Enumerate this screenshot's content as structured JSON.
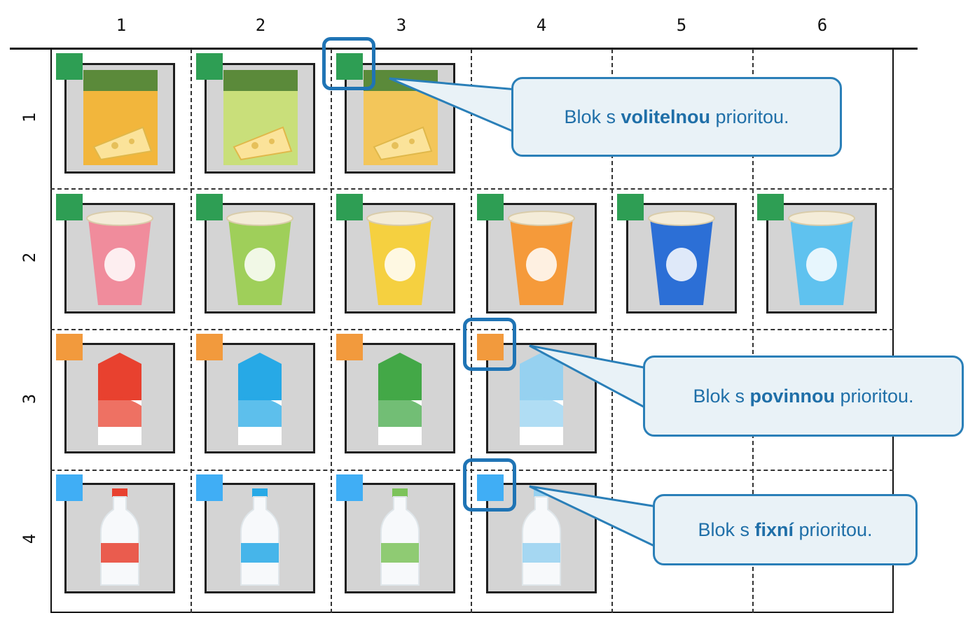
{
  "columns": [
    "1",
    "2",
    "3",
    "4",
    "5",
    "6"
  ],
  "rows": [
    "1",
    "2",
    "3",
    "4"
  ],
  "colors": {
    "volitelna": "#2e9e54",
    "povinna": "#f29a3d",
    "fixni": "#40aef5",
    "callout_border": "#2a7fb8",
    "callout_text": "#1f6fa8"
  },
  "callouts": {
    "volitelna": {
      "prefix": "Blok s ",
      "bold": "volitelnou",
      "suffix": " prioritou."
    },
    "povinna": {
      "prefix": "Blok s ",
      "bold": "povinnou",
      "suffix": " prioritou."
    },
    "fixni": {
      "prefix": "Blok s ",
      "bold": "fixní",
      "suffix": " prioritou."
    }
  },
  "products": {
    "row1": [
      {
        "kind": "cheese-box",
        "color": "#f2b63c",
        "accent": "#5b8a3a"
      },
      {
        "kind": "cheese-box",
        "color": "#c9df7a",
        "accent": "#5b8a3a"
      },
      {
        "kind": "cheese-box",
        "color": "#f3c65a",
        "accent": "#5b8a3a"
      }
    ],
    "row2": [
      {
        "kind": "yogurt-cup",
        "color": "#f08c9c"
      },
      {
        "kind": "yogurt-cup",
        "color": "#9fcf5a"
      },
      {
        "kind": "yogurt-cup",
        "color": "#f5d040"
      },
      {
        "kind": "yogurt-cup",
        "color": "#f59a3a"
      },
      {
        "kind": "yogurt-cup",
        "color": "#2c6fd6"
      },
      {
        "kind": "yogurt-cup",
        "color": "#5fc2ef"
      }
    ],
    "row3": [
      {
        "kind": "milk-carton",
        "color": "#e8412f"
      },
      {
        "kind": "milk-carton",
        "color": "#27a9e6"
      },
      {
        "kind": "milk-carton",
        "color": "#43a847"
      },
      {
        "kind": "milk-carton",
        "color": "#96d1f0"
      }
    ],
    "row4": [
      {
        "kind": "milk-bottle",
        "color": "#e8412f"
      },
      {
        "kind": "milk-bottle",
        "color": "#27a9e6"
      },
      {
        "kind": "milk-bottle",
        "color": "#7cc35a"
      },
      {
        "kind": "milk-bottle",
        "color": "#96d1f0"
      }
    ]
  },
  "markers": {
    "row1": "green",
    "row2": "green",
    "row3": "orange",
    "row4": "blue"
  }
}
